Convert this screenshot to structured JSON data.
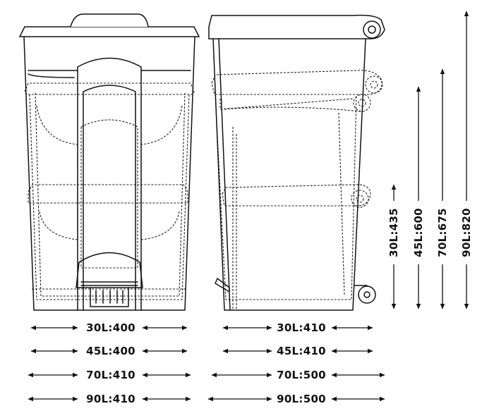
{
  "front_widths": [
    "30L:400",
    "45L:400",
    "70L:410",
    "90L:410"
  ],
  "side_depths": [
    "30L:410",
    "45L:410",
    "70L:500",
    "90L:500"
  ],
  "heights": [
    "30L:435",
    "45L:600",
    "70L:675",
    "90L:820"
  ]
}
